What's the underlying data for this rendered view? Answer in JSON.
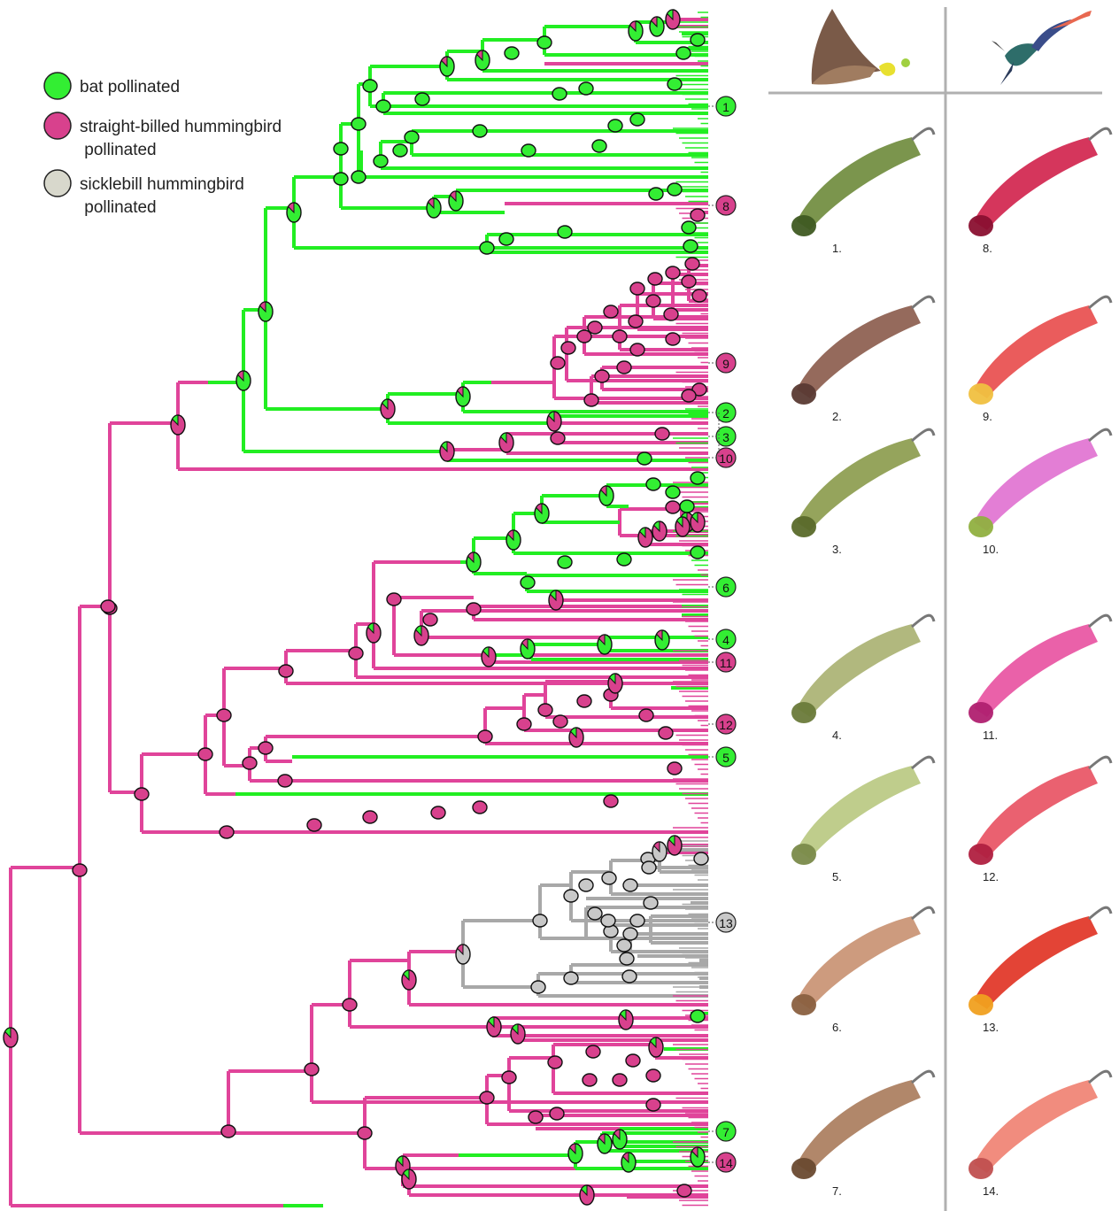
{
  "colors": {
    "bat": "#22ee22",
    "straight_billed": "#e0449a",
    "sicklebill": "#a8a8a8",
    "node_bat": "#33ee33",
    "node_straight": "#d8418d",
    "node_sickle": "#c8c8c8",
    "divider": "#b0b0b0"
  },
  "legend": [
    {
      "key": "bat",
      "line1": "bat pollinated",
      "line2": ""
    },
    {
      "key": "straight_billed",
      "line1": "straight-billed hummingbird",
      "line2": " pollinated"
    },
    {
      "key": "sicklebill",
      "line1": "sicklebill hummingbird",
      "line2": " pollinated"
    }
  ],
  "tip_markers": [
    {
      "label": "1",
      "state": "bat"
    },
    {
      "label": "8",
      "state": "straight_billed"
    },
    {
      "label": "9",
      "state": "straight_billed"
    },
    {
      "label": "2",
      "state": "bat"
    },
    {
      "label": "3",
      "state": "bat"
    },
    {
      "label": "10",
      "state": "straight_billed"
    },
    {
      "label": "6",
      "state": "bat"
    },
    {
      "label": "4",
      "state": "bat"
    },
    {
      "label": "11",
      "state": "straight_billed"
    },
    {
      "label": "12",
      "state": "straight_billed"
    },
    {
      "label": "5",
      "state": "bat"
    },
    {
      "label": "13",
      "state": "sicklebill"
    },
    {
      "label": "7",
      "state": "bat"
    },
    {
      "label": "14",
      "state": "straight_billed"
    }
  ],
  "photo_columns": {
    "left_header_icon": "bat-icon",
    "right_header_icon": "hummingbird-icon"
  },
  "flower_photos": [
    {
      "label": "1.",
      "icon": "flower-photo-icon",
      "column": "bat"
    },
    {
      "label": "8.",
      "icon": "flower-photo-icon",
      "column": "hummingbird"
    },
    {
      "label": "2.",
      "icon": "flower-photo-icon",
      "column": "bat"
    },
    {
      "label": "9.",
      "icon": "flower-photo-icon",
      "column": "hummingbird"
    },
    {
      "label": "3.",
      "icon": "flower-photo-icon",
      "column": "bat"
    },
    {
      "label": "10.",
      "icon": "flower-photo-icon",
      "column": "hummingbird"
    },
    {
      "label": "4.",
      "icon": "flower-photo-icon",
      "column": "bat"
    },
    {
      "label": "11.",
      "icon": "flower-photo-icon",
      "column": "hummingbird"
    },
    {
      "label": "5.",
      "icon": "flower-photo-icon",
      "column": "bat"
    },
    {
      "label": "12.",
      "icon": "flower-photo-icon",
      "column": "hummingbird"
    },
    {
      "label": "6.",
      "icon": "flower-photo-icon",
      "column": "bat"
    },
    {
      "label": "13.",
      "icon": "flower-photo-icon",
      "column": "hummingbird"
    },
    {
      "label": "7.",
      "icon": "flower-photo-icon",
      "column": "bat"
    },
    {
      "label": "14.",
      "icon": "flower-photo-icon",
      "column": "hummingbird"
    }
  ]
}
